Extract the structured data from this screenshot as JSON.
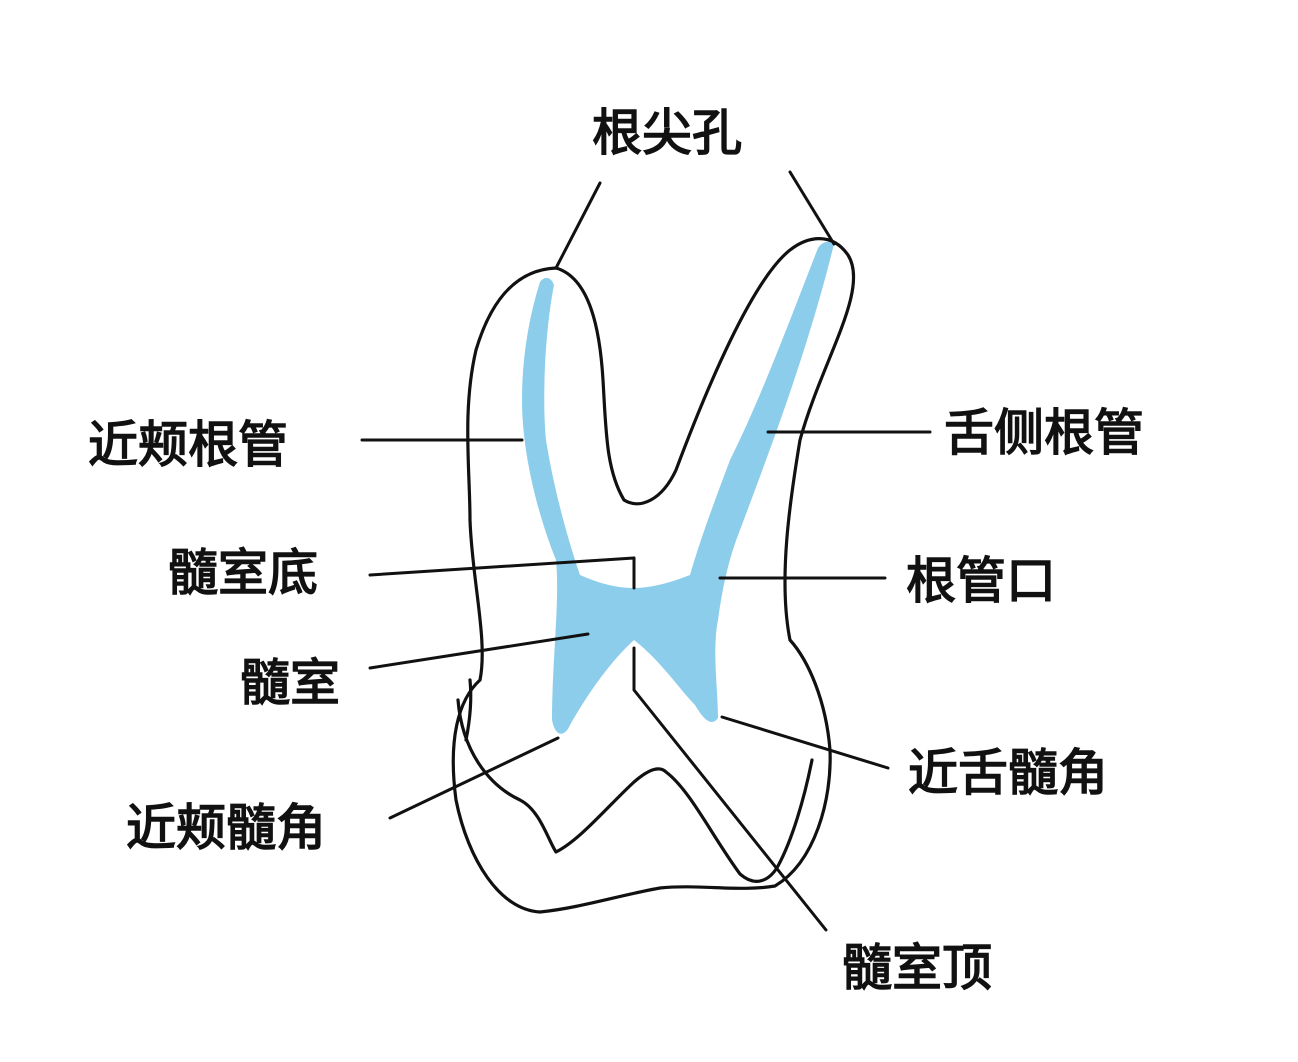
{
  "colors": {
    "pulp": "#8dcdec",
    "outline": "#111111",
    "background": "#ffffff"
  },
  "labels": {
    "apical_foramen": "根尖孔",
    "buccal_root_canal": "近颊根管",
    "lingual_root_canal": "舌侧根管",
    "pulp_floor": "髓室底",
    "canal_orifice": "根管口",
    "pulp_chamber": "髓室",
    "mesiolingual_pulp_horn": "近舌髓角",
    "mesiobuccal_pulp_horn": "近颊髓角",
    "pulp_roof": "髓室顶"
  }
}
